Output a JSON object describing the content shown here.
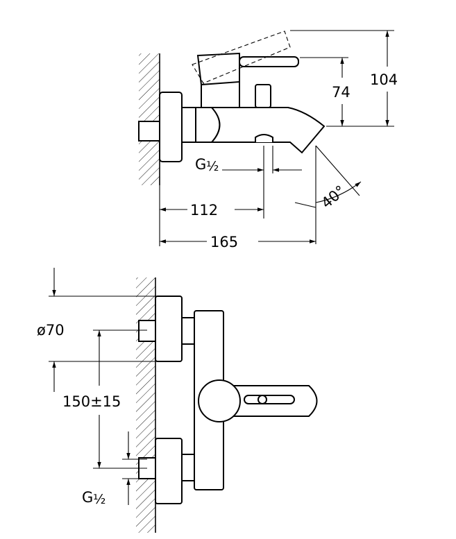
{
  "side_view": {
    "dim_total_height": "104",
    "dim_spout_height": "74",
    "dim_spout_reach": "112",
    "dim_total_depth": "165",
    "thread_label": "G",
    "thread_fraction": "½",
    "angle_label": "40°"
  },
  "front_view": {
    "dim_rosette_diameter": "ø70",
    "dim_center_distance": "150±15",
    "thread_label": "G",
    "thread_fraction": "½"
  }
}
